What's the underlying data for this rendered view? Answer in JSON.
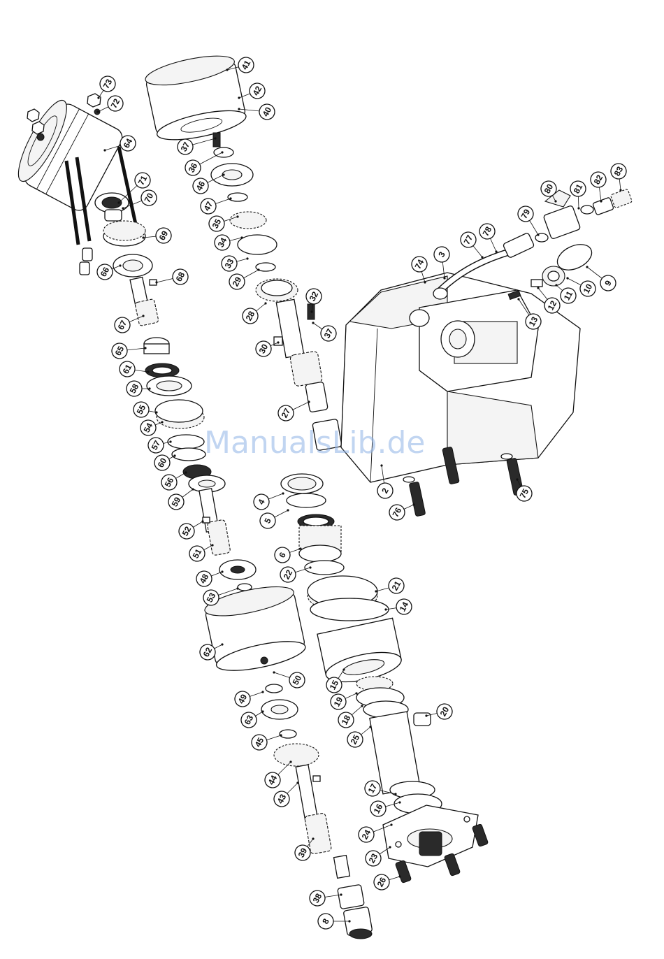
{
  "watermark": "ManualsLib.de",
  "callouts": [
    {
      "id": "73",
      "label": "73"
    },
    {
      "id": "72",
      "label": "72"
    },
    {
      "id": "64",
      "label": "64"
    },
    {
      "id": "71",
      "label": "71"
    },
    {
      "id": "70",
      "label": "70"
    },
    {
      "id": "69",
      "label": "69"
    },
    {
      "id": "66",
      "label": "66"
    },
    {
      "id": "68",
      "label": "68"
    },
    {
      "id": "67",
      "label": "67"
    },
    {
      "id": "65",
      "label": "65"
    },
    {
      "id": "61",
      "label": "61"
    },
    {
      "id": "58",
      "label": "58"
    },
    {
      "id": "55",
      "label": "55"
    },
    {
      "id": "54",
      "label": "54"
    },
    {
      "id": "57",
      "label": "57"
    },
    {
      "id": "60",
      "label": "60"
    },
    {
      "id": "56",
      "label": "56"
    },
    {
      "id": "59",
      "label": "59"
    },
    {
      "id": "52",
      "label": "52"
    },
    {
      "id": "51",
      "label": "51"
    },
    {
      "id": "48",
      "label": "48"
    },
    {
      "id": "53",
      "label": "53"
    },
    {
      "id": "62",
      "label": "62"
    },
    {
      "id": "50",
      "label": "50"
    },
    {
      "id": "49",
      "label": "49"
    },
    {
      "id": "63",
      "label": "63"
    },
    {
      "id": "45",
      "label": "45"
    },
    {
      "id": "44",
      "label": "44"
    },
    {
      "id": "43",
      "label": "43"
    },
    {
      "id": "39",
      "label": "39"
    },
    {
      "id": "38",
      "label": "38"
    },
    {
      "id": "8",
      "label": "8"
    },
    {
      "id": "41",
      "label": "41"
    },
    {
      "id": "42",
      "label": "42"
    },
    {
      "id": "40",
      "label": "40"
    },
    {
      "id": "37a",
      "label": "37"
    },
    {
      "id": "36",
      "label": "36"
    },
    {
      "id": "46",
      "label": "46"
    },
    {
      "id": "47",
      "label": "47"
    },
    {
      "id": "35",
      "label": "35"
    },
    {
      "id": "34",
      "label": "34"
    },
    {
      "id": "33",
      "label": "33"
    },
    {
      "id": "29",
      "label": "29"
    },
    {
      "id": "28",
      "label": "28"
    },
    {
      "id": "32",
      "label": "32"
    },
    {
      "id": "37b",
      "label": "37"
    },
    {
      "id": "30",
      "label": "30"
    },
    {
      "id": "27",
      "label": "27"
    },
    {
      "id": "4",
      "label": "4"
    },
    {
      "id": "5",
      "label": "5"
    },
    {
      "id": "6",
      "label": "6"
    },
    {
      "id": "22",
      "label": "22"
    },
    {
      "id": "21",
      "label": "21"
    },
    {
      "id": "14",
      "label": "14"
    },
    {
      "id": "15",
      "label": "15"
    },
    {
      "id": "19",
      "label": "19"
    },
    {
      "id": "18",
      "label": "18"
    },
    {
      "id": "20",
      "label": "20"
    },
    {
      "id": "25",
      "label": "25"
    },
    {
      "id": "17",
      "label": "17"
    },
    {
      "id": "16",
      "label": "16"
    },
    {
      "id": "24",
      "label": "24"
    },
    {
      "id": "23",
      "label": "23"
    },
    {
      "id": "26",
      "label": "26"
    },
    {
      "id": "80",
      "label": "80"
    },
    {
      "id": "81",
      "label": "81"
    },
    {
      "id": "82",
      "label": "82"
    },
    {
      "id": "83",
      "label": "83"
    },
    {
      "id": "79",
      "label": "79"
    },
    {
      "id": "78",
      "label": "78"
    },
    {
      "id": "77",
      "label": "77"
    },
    {
      "id": "3",
      "label": "3"
    },
    {
      "id": "74",
      "label": "74"
    },
    {
      "id": "9",
      "label": "9"
    },
    {
      "id": "10",
      "label": "10"
    },
    {
      "id": "11",
      "label": "11"
    },
    {
      "id": "12",
      "label": "12"
    },
    {
      "id": "13",
      "label": "13"
    },
    {
      "id": "2",
      "label": "2"
    },
    {
      "id": "76",
      "label": "76"
    },
    {
      "id": "75",
      "label": "75"
    }
  ]
}
